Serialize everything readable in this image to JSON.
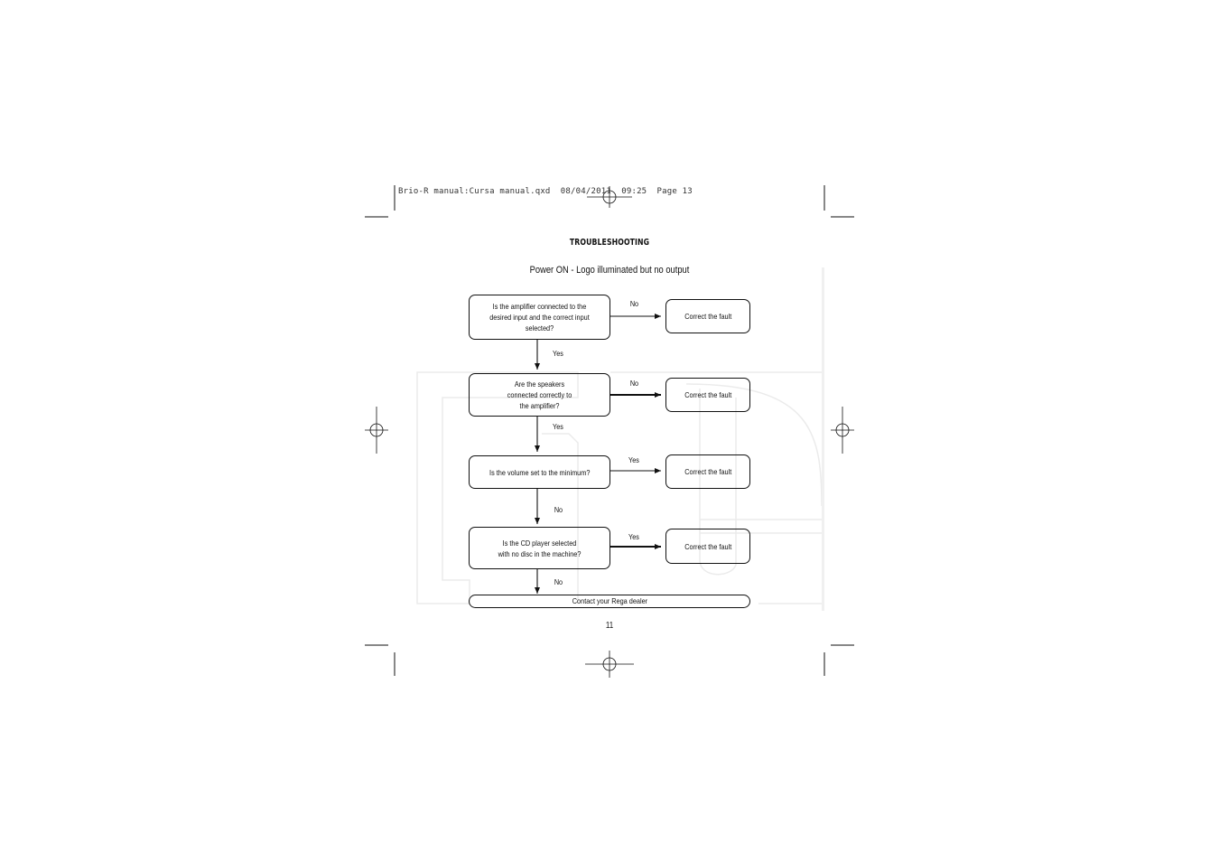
{
  "slug_line": "Brio-R manual:Cursa manual.qxd  08/04/2011  09:25  Page 13",
  "title": "TROUBLESHOOTING",
  "subtitle": "Power ON - Logo illuminated but no output",
  "questions": [
    "Is the amplifier connected to the desired input and the correct input selected?",
    "Are the speakers connected correctly to the amplifier?",
    "Is the volume set to the minimum?",
    "Is the CD player selected with no disc in the machine?"
  ],
  "outcomes": [
    "Correct the fault",
    "Correct the fault",
    "Correct the fault",
    "Correct the fault"
  ],
  "right_labels": [
    "No",
    "No",
    "Yes",
    "Yes"
  ],
  "down_labels": [
    "Yes",
    "Yes",
    "No",
    "No"
  ],
  "final": "Contact your Rega dealer",
  "page_number": "11"
}
